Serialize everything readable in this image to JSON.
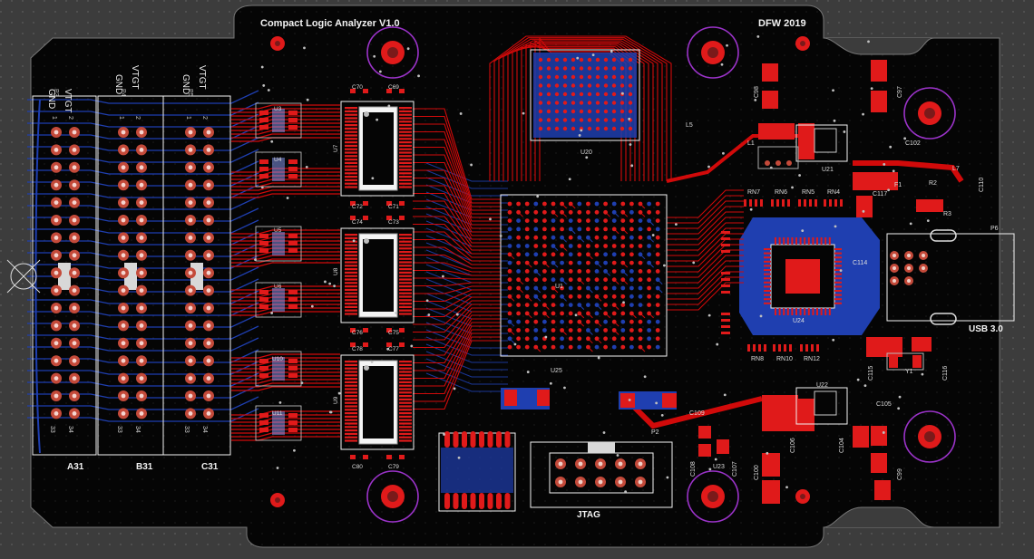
{
  "app": {
    "canvas_bg": "#3c3c3c",
    "board_bg": "#050505",
    "colors": {
      "top_copper": "#d10a0a",
      "bottom_copper": "#1f3fb0",
      "silk": "#f2f2f2",
      "drill": "#7a1a1a",
      "keepout": "#9b33c9",
      "pad": "#e01a1a",
      "ring": "#c44a3a"
    }
  },
  "board": {
    "title": "Compact Logic Analyzer V1.0",
    "year_tag": "DFW 2019"
  },
  "headers": [
    {
      "ref": "A31",
      "pin_labels": [
        "VTGT",
        "GND"
      ],
      "connector": "P3",
      "pin_first": [
        "1",
        "2"
      ],
      "pin_last": [
        "33",
        "34"
      ]
    },
    {
      "ref": "B31",
      "pin_labels": [
        "VTGT",
        "GND"
      ],
      "connector": "P4",
      "pin_first": [
        "1",
        "2"
      ],
      "pin_last": [
        "33",
        "34"
      ]
    },
    {
      "ref": "C31",
      "pin_labels": [
        "VTGT",
        "GND"
      ],
      "connector": "P5",
      "pin_first": [
        "1",
        "2"
      ],
      "pin_last": [
        "33",
        "34"
      ]
    }
  ],
  "buffers": [
    "U3",
    "U4",
    "U5",
    "U6",
    "U10",
    "U11"
  ],
  "tsop": {
    "refs": [
      "U7",
      "U8",
      "U9"
    ],
    "caps_top": [
      [
        "C70",
        "C69"
      ],
      [
        "C74",
        "C73"
      ],
      [
        "C78",
        "C77"
      ]
    ],
    "caps_bottom": [
      [
        "C72",
        "C71"
      ],
      [
        "C76",
        "C75"
      ],
      [
        "C80",
        "C79"
      ]
    ]
  },
  "chips": {
    "ddr": "U20",
    "fpga": "U1",
    "usb_ctrl": "U24",
    "regulator": "U21",
    "regulator2": "U22",
    "small_reg": "U23",
    "flash": "U25"
  },
  "labels": {
    "usb": "USB 3.0",
    "usb_conn": "P6",
    "jtag": "JTAG",
    "jtag_conn": "P2",
    "fuse": "F1",
    "crystal": "Y1",
    "res_r2": "R2",
    "res_r3": "R3",
    "ind_l1": "L1",
    "ind_l5": "L5",
    "ind_l7": "L7",
    "rn": [
      "RN7",
      "RN6",
      "RN5",
      "RN4",
      "RN8",
      "RN10",
      "RN12"
    ],
    "caps_right": [
      "C98",
      "C97",
      "C102",
      "C117",
      "C110",
      "C114",
      "C115",
      "C116",
      "C105",
      "C106",
      "C104",
      "C99",
      "C100",
      "C107",
      "C108",
      "C109"
    ]
  }
}
